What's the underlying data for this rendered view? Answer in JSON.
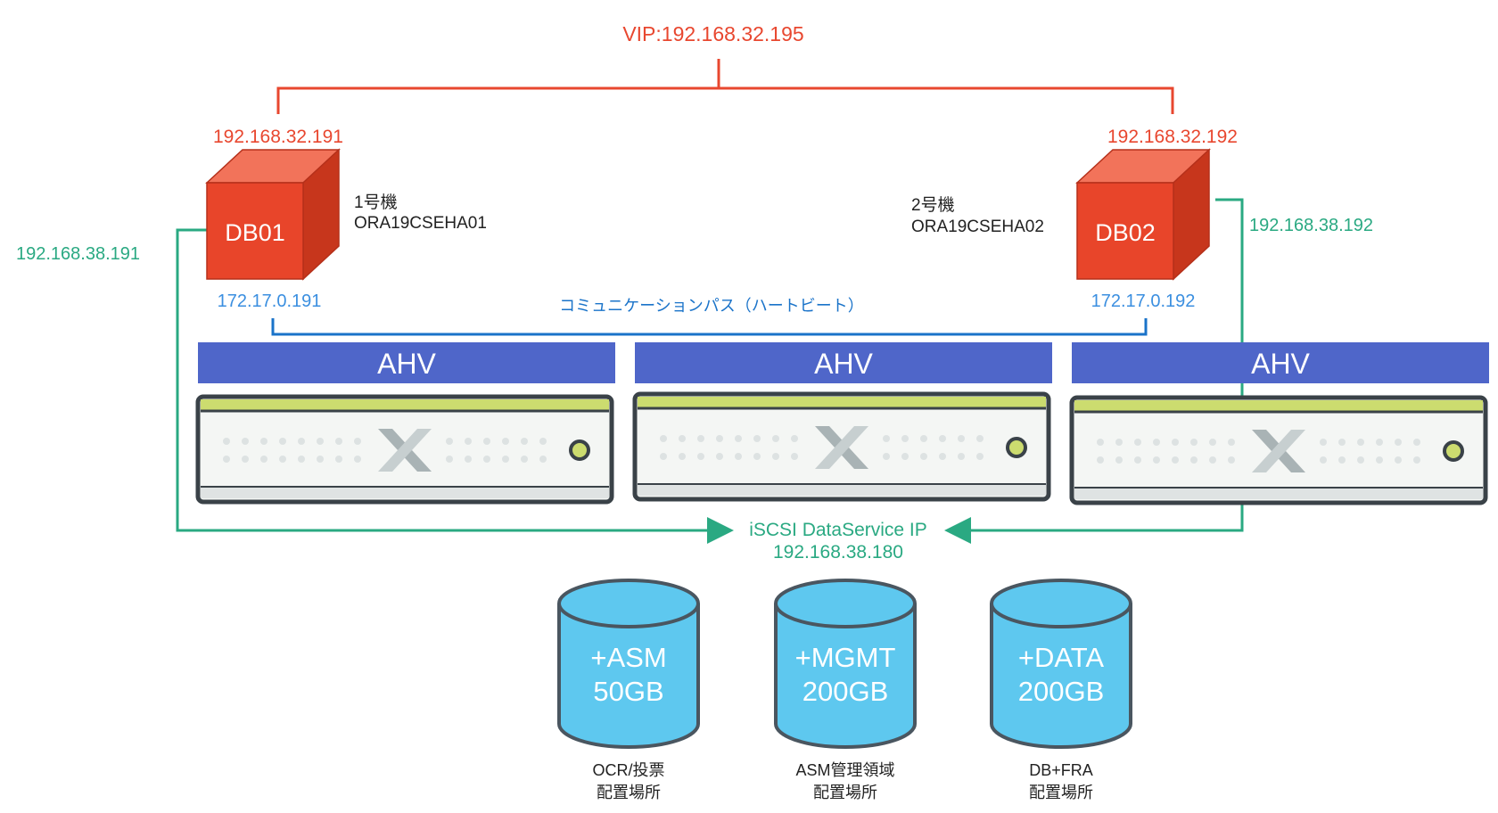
{
  "vip": {
    "label": "VIP:192.168.32.195",
    "color": "#e8472f"
  },
  "nodes": [
    {
      "name": "DB01",
      "public_ip": "192.168.32.191",
      "machine_label": "1号機",
      "hostname": "ORA19CSEHA01",
      "storage_ip": "192.168.38.191",
      "interconnect_ip": "172.17.0.191"
    },
    {
      "name": "DB02",
      "public_ip": "192.168.32.192",
      "machine_label": "2号機",
      "hostname": "ORA19CSEHA02",
      "storage_ip": "192.168.38.192",
      "interconnect_ip": "172.17.0.192"
    }
  ],
  "interconnect": {
    "label": "コミュニケーションパス（ハートビート）",
    "color": "#1a73c9"
  },
  "hypervisors": [
    {
      "label": "AHV"
    },
    {
      "label": "AHV"
    },
    {
      "label": "AHV"
    }
  ],
  "iscsi": {
    "label": "iSCSI DataService IP",
    "ip": "192.168.38.180",
    "color": "#2aa982"
  },
  "disks": [
    {
      "name": "+ASM",
      "size": "50GB",
      "caption_line1": "OCR/投票",
      "caption_line2": "配置場所"
    },
    {
      "name": "+MGMT",
      "size": "200GB",
      "caption_line1": "ASM管理領域",
      "caption_line2": "配置場所"
    },
    {
      "name": "+DATA",
      "size": "200GB",
      "caption_line1": "DB+FRA",
      "caption_line2": "配置場所"
    }
  ],
  "colors": {
    "server_front": "#e8452a",
    "server_top": "#f2735a",
    "server_side": "#c7361c",
    "ahv_bar": "#4f66c9",
    "disk": "#5ec8ef",
    "disk_stroke": "#4a5660",
    "appliance_stripe": "#ccdc6f"
  }
}
